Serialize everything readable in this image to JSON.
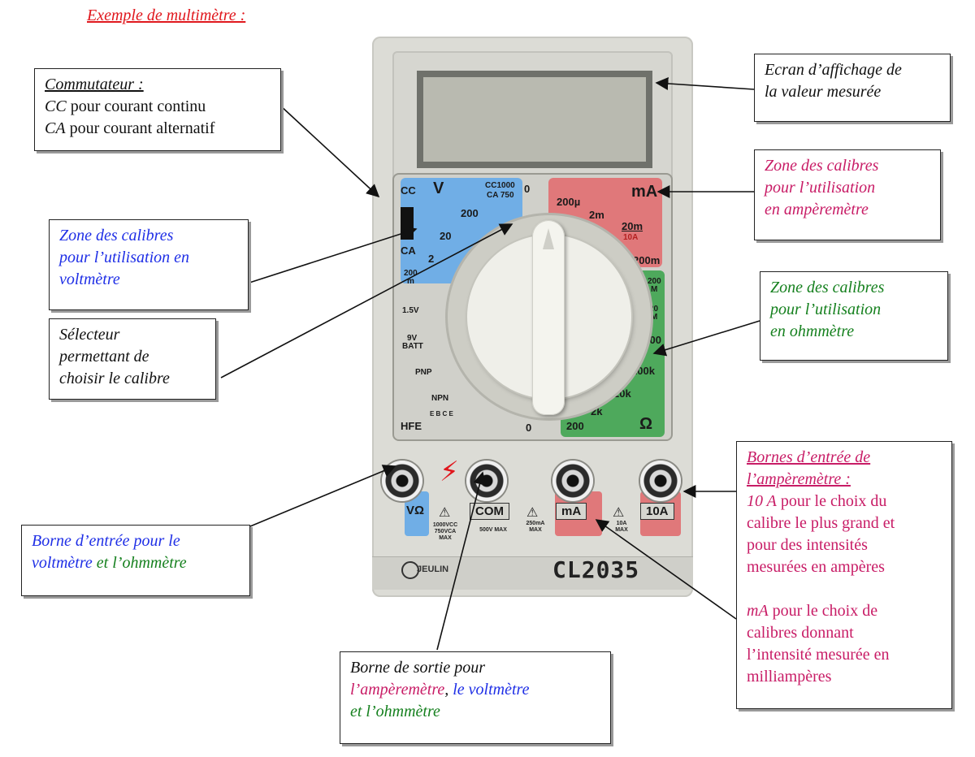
{
  "heading": "Exemple de multimètre :",
  "callouts": {
    "commutateur": {
      "title": "Commutateur :",
      "line1_abbr": "CC",
      "line1_rest": " pour courant continu",
      "line2_abbr": "CA",
      "line2_rest": " pour courant alternatif"
    },
    "ecran": {
      "line1": "Ecran d’affichage de",
      "line2": "la valeur mesurée"
    },
    "zone_ma": {
      "line1": "Zone des calibres",
      "line2": "pour l’utilisation",
      "line3": "en ampèremètre"
    },
    "zone_v": {
      "line1": "Zone des calibres",
      "line2": "pour l’utilisation en",
      "line3": "voltmètre"
    },
    "zone_ohm": {
      "line1": "Zone des calibres",
      "line2": "pour l’utilisation",
      "line3": "en ohmmètre"
    },
    "selecteur": {
      "line1": "Sélecteur",
      "line2": "permettant de",
      "line3": "choisir le calibre"
    },
    "bornes_amp": {
      "title_line1": "Bornes d’entrée de",
      "title_line2": "l’ampèremètre :",
      "p1_abbr": "10 A",
      "p1_rest": " pour le choix du",
      "p1_line2": "calibre le plus grand et",
      "p1_line3": "pour des intensités",
      "p1_line4": "mesurées en ampères",
      "p2_abbr": "mA",
      "p2_rest": " pour le choix de",
      "p2_line2": "calibres donnant",
      "p2_line3": "l’intensité mesurée en",
      "p2_line4": "milliampères"
    },
    "borne_v": {
      "line1": "Borne d’entrée pour le",
      "line2a": "voltmètre",
      "line2b": " et l’ohmmètre"
    },
    "borne_sortie": {
      "line1": "Borne de sortie pour",
      "line2a": "l’ampèremètre",
      "line2b": ", ",
      "line2c": "le voltmètre",
      "line3": "et l’ohmmètre"
    }
  },
  "device": {
    "v_zone": {
      "symbol": "V",
      "cc_label": "CC",
      "ca_label": "CA",
      "cc_range": "CC1000",
      "ca_range": "CA 750",
      "r200": "200",
      "r20": "20",
      "r2": "2",
      "r200m": "200",
      "r200m_unit": "m"
    },
    "ma_zone": {
      "symbol": "mA",
      "r200u": "200µ",
      "r2m": "2m",
      "r20m": "20m",
      "r10a": "10A",
      "r200m": "200m"
    },
    "ohm_zone": {
      "symbol": "Ω",
      "r200M": "200",
      "r200M_unit": "M",
      "r20M": "20",
      "r20M_unit": "M",
      "r2000": "2000",
      "r200k": "200k",
      "r20k": "20k",
      "r2k": "2k",
      "r200": "200"
    },
    "off_top": "0",
    "off_bottom": "0",
    "batt_15": "1.5V",
    "batt_9": "9V",
    "batt_label": "BATT",
    "pnp": "PNP",
    "npn": "NPN",
    "hfe": "HFE",
    "ebce": "E B C E",
    "jacks": {
      "v_ohm": "VΩ",
      "com": "COM",
      "ma": "mA",
      "a10": "10A"
    },
    "notes": {
      "n1": "1000VCC 750VCA MAX",
      "n2": "500V MAX",
      "n3": "250mA MAX",
      "n4": "10A MAX"
    },
    "brand": "JEULIN",
    "model": "CL2035"
  },
  "colors": {
    "heading": "#e0171d",
    "blue": "#1f2fe6",
    "green": "#15801e",
    "magenta": "#c81c66"
  }
}
